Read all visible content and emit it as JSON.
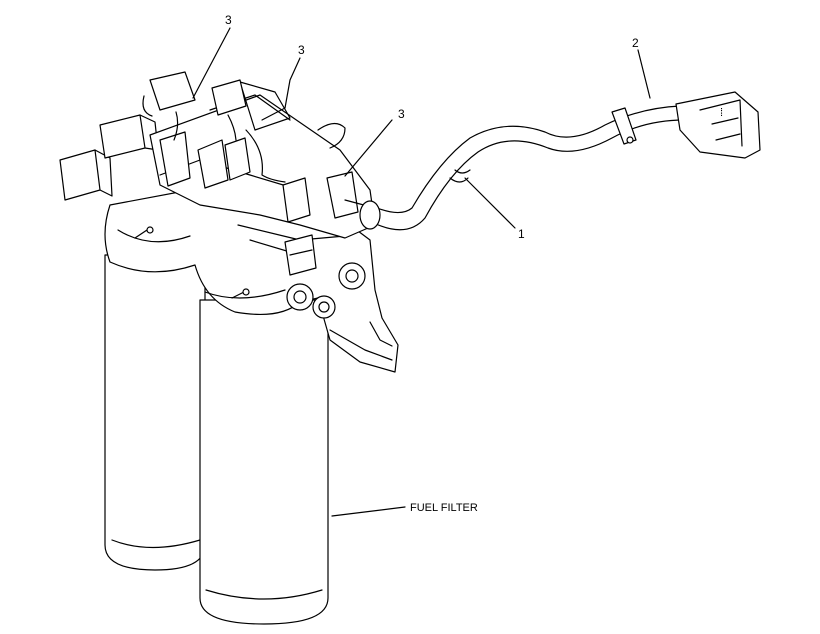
{
  "callouts": {
    "c1": "1",
    "c2": "2",
    "c3a": "3",
    "c3b": "3",
    "c3c": "3"
  },
  "labels": {
    "fuel_filter": "FUEL FILTER"
  }
}
